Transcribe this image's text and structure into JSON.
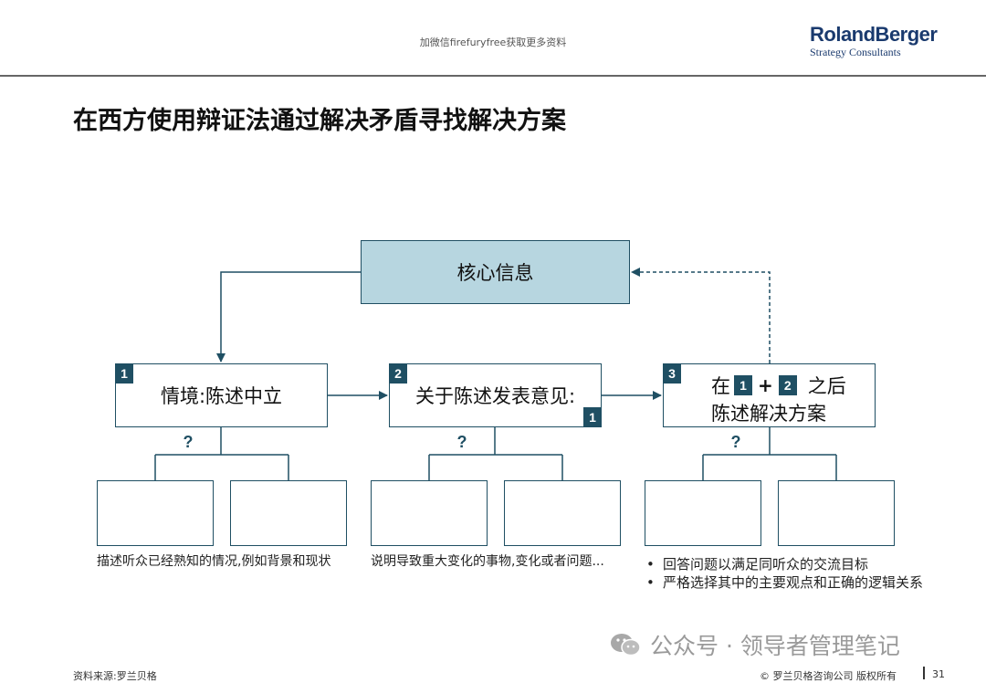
{
  "header": {
    "note": "加微信firefuryfree获取更多资料",
    "logo_main": "RolandBerger",
    "logo_sub": "Strategy Consultants"
  },
  "title": "在西方使用辩证法通过解决矛盾寻找解决方案",
  "diagram": {
    "core": "核心信息",
    "nodes": [
      {
        "num": "1",
        "label": "情境:陈述中立"
      },
      {
        "num": "2",
        "label": "关于陈述发表意见:",
        "ref_num": "1"
      },
      {
        "num": "3",
        "line1_a": "在",
        "ref_a": "1",
        "plus": "+",
        "ref_b": "2",
        "line1_b": "之后",
        "line2": "陈述解决方案"
      }
    ],
    "question_mark": "?",
    "descriptions": {
      "d1": "描述听众已经熟知的情况,例如背景和现状",
      "d2": "说明导致重大变化的事物,变化或者问题...",
      "bullets": [
        "回答问题以满足同听众的交流目标",
        "严格选择其中的主要观点和正确的逻辑关系"
      ]
    },
    "colors": {
      "accent": "#1f4f63",
      "core_fill": "#b7d6e0"
    }
  },
  "footer": {
    "source": "资料来源:罗兰贝格",
    "copyright": "© 罗兰贝格咨询公司 版权所有",
    "page": "31"
  },
  "watermark": {
    "text": "公众号 · 领导者管理笔记",
    "icon": "wechat-icon"
  }
}
